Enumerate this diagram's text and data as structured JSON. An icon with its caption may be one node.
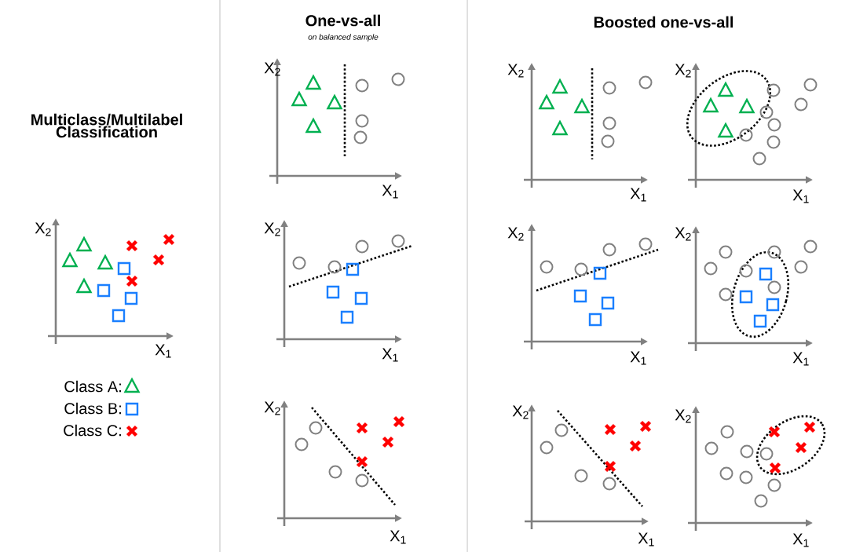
{
  "diagram": {
    "labels": [
      "One-vs-all",
      "on balanced sample",
      "Boosted one-vs-all",
      "Multiclass/Multilabel Classification",
      "X$_{2}$",
      "X$_{1}$",
      "X$_{2}$",
      "X$_{1}$",
      "X$_{2}$",
      "X$_{1}$",
      "X$_{2}$",
      "X$_{1}$",
      "X$_{2}$",
      "X$_{1}$",
      "X$_{2}$",
      "X$_{1}$",
      "X$_{2}$",
      "X$_{1}$",
      "X$_{2}$",
      "X$_{1}$",
      "X$_{2}$",
      "X$_{1}$",
      "X$_{2}$",
      "X$_{1}$"
    ],
    "legend": [
      {
        "text": "Class A:"
      },
      {
        "text": "Class B:"
      },
      {
        "text": "Class C:"
      }
    ]
  }
}
